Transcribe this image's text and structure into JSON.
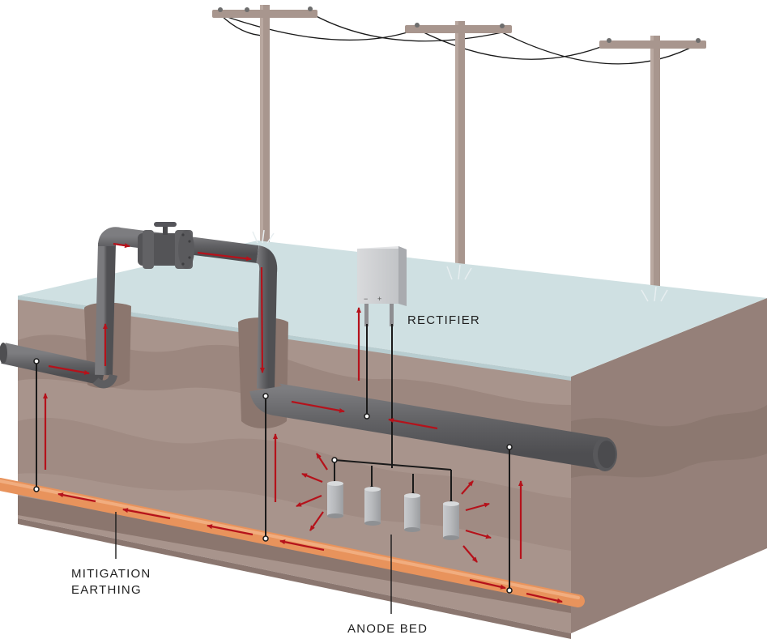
{
  "labels": {
    "rectifier": "RECTIFIER",
    "mitigation_line1": "MITIGATION",
    "mitigation_line2": "EARTHING",
    "anode_bed": "ANODE BED"
  },
  "rectifier_terminals": {
    "negative": "−",
    "positive": "+"
  },
  "colors": {
    "ground_surface": "#cfe0e2",
    "soil": "#a8948c",
    "soil_dark": "#958079",
    "pipe": "#6b6b6d",
    "earthing_cable": "#e8935c",
    "current_arrow": "#b5121b",
    "pole": "#a8968e",
    "wire": "#1a1a1a"
  }
}
